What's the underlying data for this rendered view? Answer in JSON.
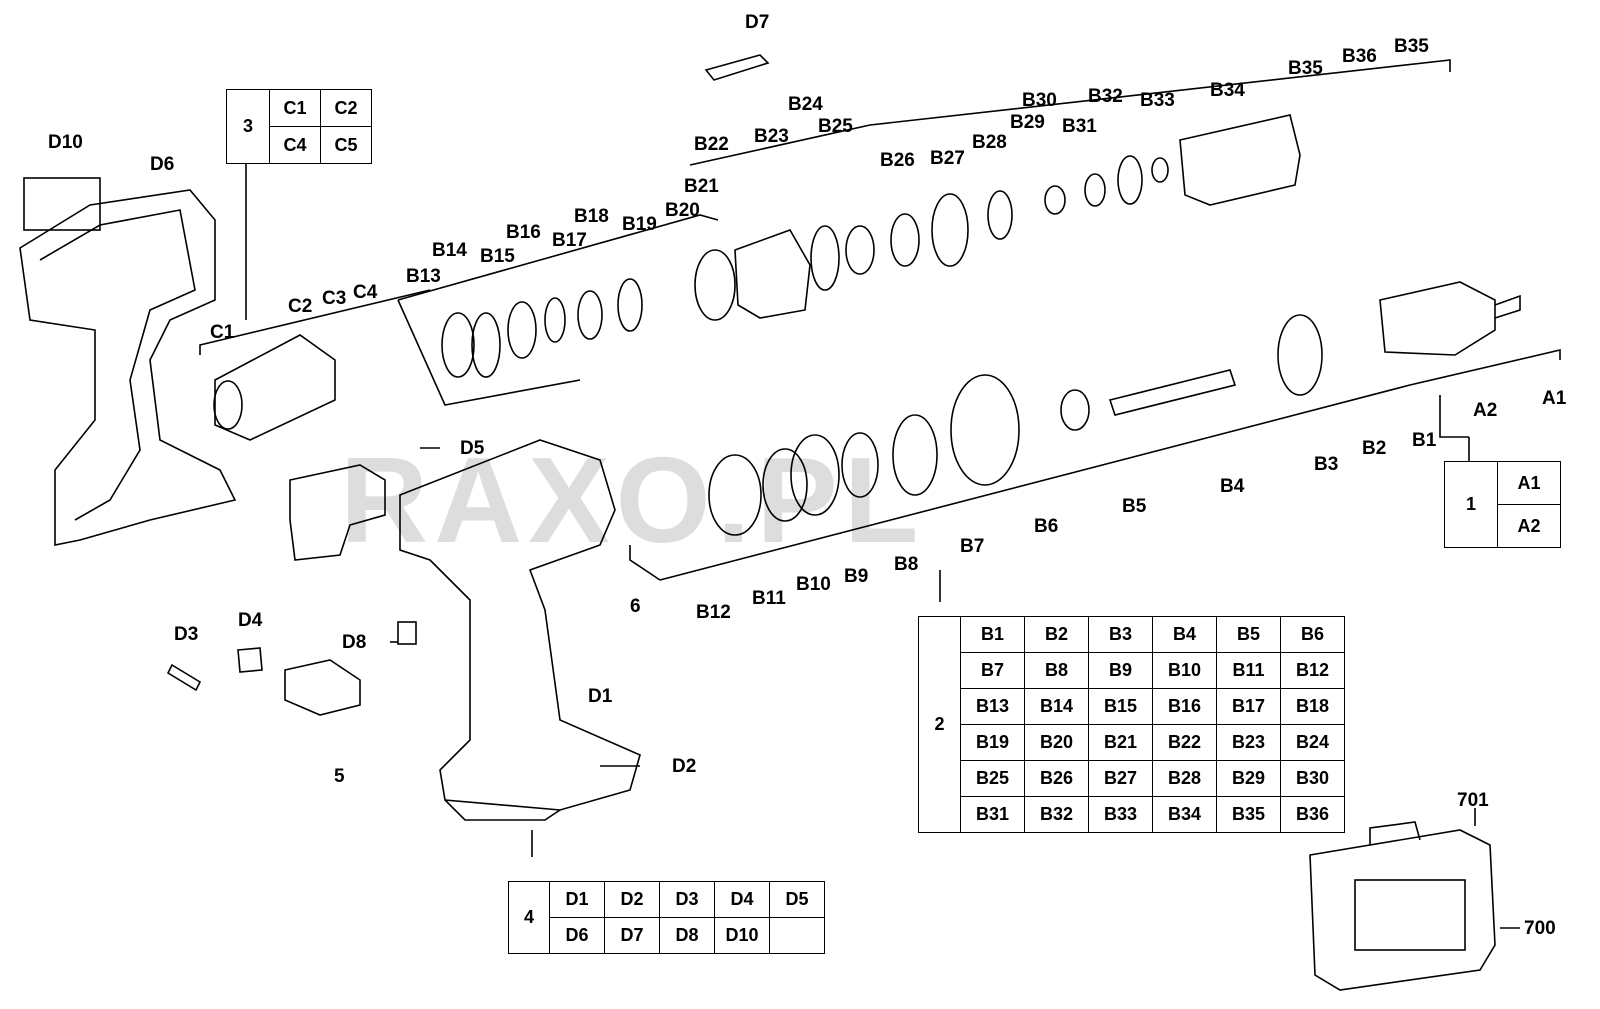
{
  "watermark": "RAXO.PL",
  "colors": {
    "line": "#000000",
    "watermark_gray": "#9a9a9a",
    "watermark_blue": "#2b9bd6",
    "background": "#ffffff"
  },
  "callouts": [
    "D10",
    "D6",
    "D7",
    "C1",
    "C2",
    "C3",
    "C4",
    "D5",
    "D3",
    "D4",
    "D8",
    "5",
    "D1",
    "D2",
    "6",
    "B12",
    "B11",
    "B10",
    "B9",
    "B8",
    "B7",
    "B6",
    "B5",
    "B4",
    "B3",
    "B2",
    "B1",
    "A2",
    "A1",
    "B13",
    "B14",
    "B15",
    "B16",
    "B17",
    "B18",
    "B19",
    "B20",
    "B21",
    "B22",
    "B23",
    "B24",
    "B25",
    "B26",
    "B27",
    "B28",
    "B29",
    "B30",
    "B31",
    "B32",
    "B33",
    "B34",
    "B35",
    "B36",
    "B35",
    "701",
    "700"
  ],
  "tables": {
    "group_3": {
      "group": "3",
      "rows": [
        [
          "C1",
          "C2"
        ],
        [
          "C4",
          "C5"
        ]
      ]
    },
    "group_1": {
      "group": "1",
      "rows": [
        [
          "A1"
        ],
        [
          "A2"
        ]
      ]
    },
    "group_2": {
      "group": "2",
      "rows": [
        [
          "B1",
          "B2",
          "B3",
          "B4",
          "B5",
          "B6"
        ],
        [
          "B7",
          "B8",
          "B9",
          "B10",
          "B11",
          "B12"
        ],
        [
          "B13",
          "B14",
          "B15",
          "B16",
          "B17",
          "B18"
        ],
        [
          "B19",
          "B20",
          "B21",
          "B22",
          "B23",
          "B24"
        ],
        [
          "B25",
          "B26",
          "B27",
          "B28",
          "B29",
          "B30"
        ],
        [
          "B31",
          "B32",
          "B33",
          "B34",
          "B35",
          "B36"
        ]
      ]
    },
    "group_4": {
      "group": "4",
      "rows": [
        [
          "D1",
          "D2",
          "D3",
          "D4",
          "D5"
        ],
        [
          "D6",
          "D7",
          "D8",
          "D10",
          ""
        ]
      ]
    }
  }
}
